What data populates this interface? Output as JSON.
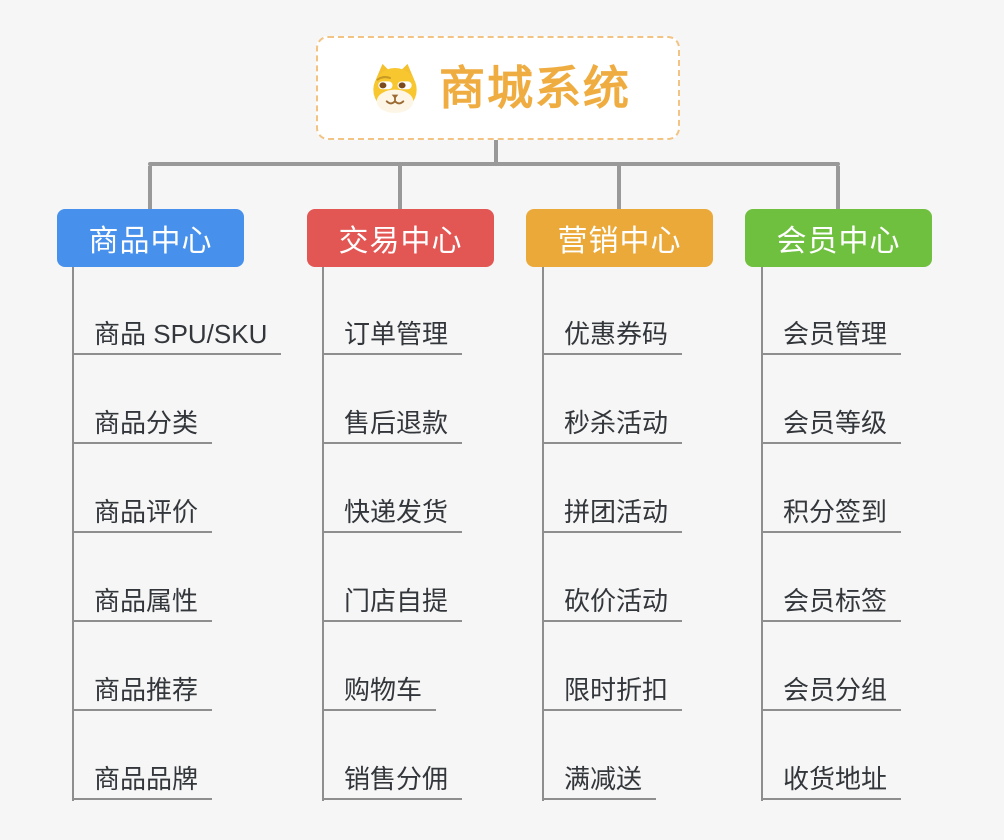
{
  "root": {
    "title": "商城系统",
    "icon": "dog-face"
  },
  "branches": [
    {
      "label": "商品中心",
      "color": "#4791EC",
      "items": [
        "商品 SPU/SKU",
        "商品分类",
        "商品评价",
        "商品属性",
        "商品推荐",
        "商品品牌"
      ]
    },
    {
      "label": "交易中心",
      "color": "#E25654",
      "items": [
        "订单管理",
        "售后退款",
        "快递发货",
        "门店自提",
        "购物车",
        "销售分佣"
      ]
    },
    {
      "label": "营销中心",
      "color": "#EAA939",
      "items": [
        "优惠券码",
        "秒杀活动",
        "拼团活动",
        "砍价活动",
        "限时折扣",
        "满减送"
      ]
    },
    {
      "label": "会员中心",
      "color": "#70C040",
      "items": [
        "会员管理",
        "会员等级",
        "积分签到",
        "会员标签",
        "会员分组",
        "收货地址"
      ]
    }
  ],
  "theme": {
    "background": "#F5F6F5",
    "root_text": "#EFAD41",
    "root_border": "#F2C383",
    "connector": "#999999",
    "line": "#8E8E8E",
    "text": "#33363B"
  }
}
